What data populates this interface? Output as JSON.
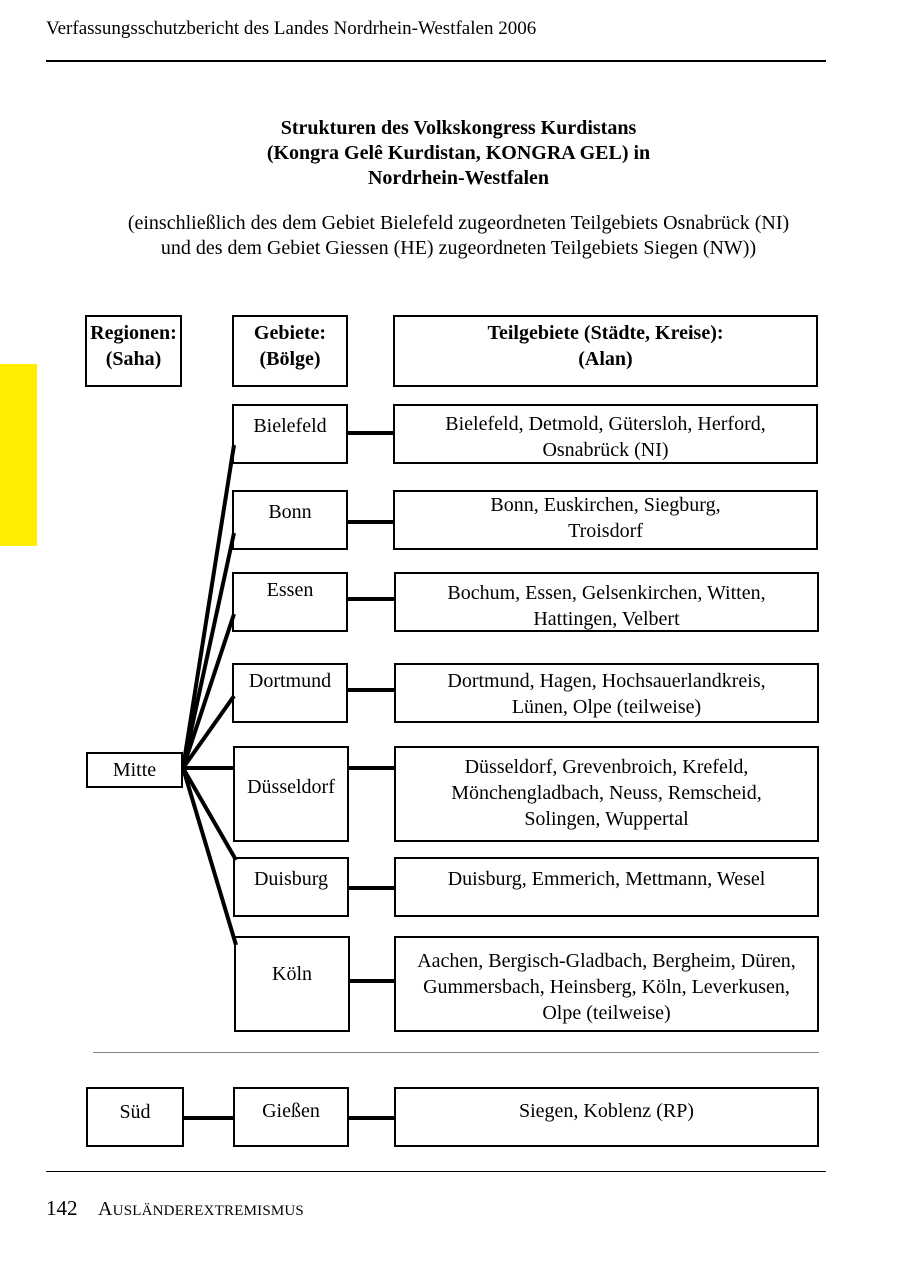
{
  "header": {
    "running_title": "Verfassungsschutzbericht des Landes Nordrhein-Westfalen 2006"
  },
  "title_lines": [
    "Strukturen des Volkskongress Kurdistans",
    "(Kongra Gelê Kurdistan, KONGRA GEL) in",
    "Nordrhein-Westfalen"
  ],
  "subtitle_lines": [
    "(einschließlich des dem Gebiet Bielefeld zugeordneten Teilgebiets Osnabrück (NI)",
    "und des dem Gebiet Giessen (HE) zugeordneten Teilgebiets Siegen (NW))"
  ],
  "columns": {
    "regions": [
      "Regionen:",
      "(Saha)"
    ],
    "areas": [
      "Gebiete:",
      "(Bölge)"
    ],
    "subareas": [
      "Teilgebiete (Städte, Kreise):",
      "(Alan)"
    ]
  },
  "mitte": {
    "region": "Mitte",
    "rows": [
      {
        "area": "Bielefeld",
        "subareas": [
          "Bielefeld, Detmold, Gütersloh, Herford,",
          "Osnabrück (NI)"
        ]
      },
      {
        "area": "Bonn",
        "subareas": [
          "Bonn, Euskirchen, Siegburg,",
          "Troisdorf"
        ]
      },
      {
        "area": "Essen",
        "subareas": [
          "Bochum, Essen, Gelsenkirchen, Witten,",
          "Hattingen, Velbert"
        ]
      },
      {
        "area": "Dortmund",
        "subareas": [
          "Dortmund, Hagen, Hochsauerlandkreis,",
          "Lünen, Olpe (teilweise)"
        ]
      },
      {
        "area": "Düsseldorf",
        "subareas": [
          "Düsseldorf, Grevenbroich, Krefeld,",
          "Mönchengladbach, Neuss, Remscheid,",
          "Solingen, Wuppertal"
        ]
      },
      {
        "area": "Duisburg",
        "subareas": [
          "Duisburg, Emmerich, Mettmann, Wesel"
        ]
      },
      {
        "area": "Köln",
        "subareas": [
          "Aachen, Bergisch-Gladbach, Bergheim, Düren,",
          "Gummersbach, Heinsberg, Köln, Leverkusen,",
          "Olpe (teilweise)"
        ]
      }
    ]
  },
  "sued": {
    "region": "Süd",
    "area": "Gießen",
    "subareas": [
      "Siegen, Koblenz (RP)"
    ]
  },
  "footer": {
    "page_number": "142",
    "section_cap": "A",
    "section_rest": "USLÄNDEREXTREMISMUS"
  },
  "colors": {
    "side_tab": "#ffee00",
    "separator": "#8a7f78",
    "line": "#000000"
  }
}
